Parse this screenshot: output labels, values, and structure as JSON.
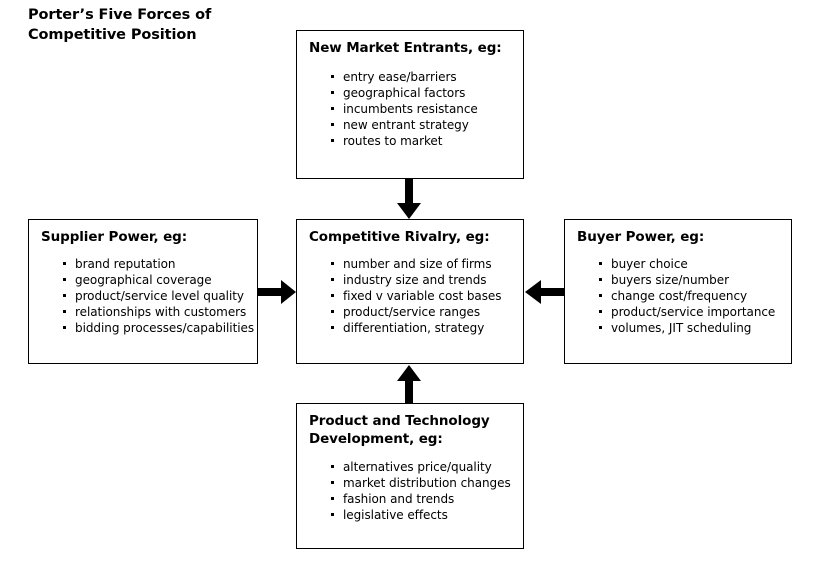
{
  "title": "Porter’s Five Forces of Competitive Position",
  "diagram": {
    "boxes": [
      {
        "id": "new-entrants",
        "heading": "New Market Entrants, eg:",
        "bullets": [
          "entry ease/barriers",
          "geographical factors",
          "incumbents resistance",
          "new entrant strategy",
          "routes to market"
        ]
      },
      {
        "id": "supplier-power",
        "heading": "Supplier Power, eg:",
        "bullets": [
          "brand reputation",
          "geographical coverage",
          "product/service level quality",
          "relationships with customers",
          "bidding processes/capabilities"
        ]
      },
      {
        "id": "competitive-rivalry",
        "heading": "Competitive Rivalry, eg:",
        "bullets": [
          "number and size of firms",
          "industry size and trends",
          "fixed v variable cost bases",
          "product/service ranges",
          "differentiation, strategy"
        ]
      },
      {
        "id": "buyer-power",
        "heading": "Buyer Power, eg:",
        "bullets": [
          "buyer choice",
          "buyers size/number",
          "change cost/frequency",
          "product/service importance",
          "volumes, JIT scheduling"
        ]
      },
      {
        "id": "product-technology",
        "heading": "Product and Technology Development, eg:",
        "bullets": [
          "alternatives price/quality",
          "market distribution changes",
          "fashion and trends",
          "legislative effects"
        ]
      }
    ],
    "arrows": [
      {
        "id": "entrants-to-rivalry",
        "direction": "down",
        "from": "new-entrants",
        "to": "competitive-rivalry"
      },
      {
        "id": "supplier-to-rivalry",
        "direction": "right",
        "from": "supplier-power",
        "to": "competitive-rivalry"
      },
      {
        "id": "buyer-to-rivalry",
        "direction": "left",
        "from": "buyer-power",
        "to": "competitive-rivalry"
      },
      {
        "id": "product-to-rivalry",
        "direction": "up",
        "from": "product-technology",
        "to": "competitive-rivalry"
      }
    ]
  },
  "colors": {
    "stroke": "#000000",
    "text": "#000000",
    "background": "#ffffff"
  }
}
